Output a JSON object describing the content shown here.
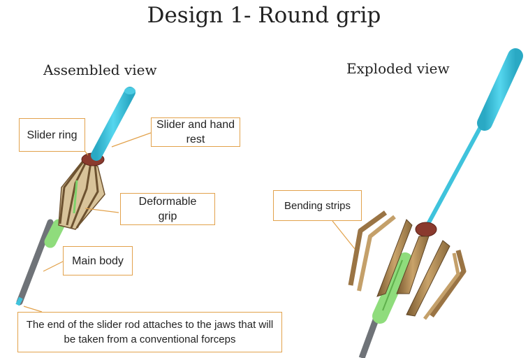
{
  "title": "Design 1- Round grip",
  "views": {
    "assembled": "Assembled view",
    "exploded": "Exploded view"
  },
  "callouts": {
    "slider_ring": "Slider ring",
    "slider_hand_rest": "Slider and hand rest",
    "deformable_grip": "Deformable grip",
    "main_body": "Main body",
    "end_note": "The end of the slider rod attaches to the jaws that will be  taken from a conventional forceps",
    "bending_strips": "Bending strips"
  },
  "colors": {
    "rod_cyan": "#3fc3dc",
    "ring_red": "#8a3a2e",
    "strip_tan": "#b08a52",
    "body_green": "#8fdc7c",
    "body_gray": "#6f7378",
    "callout_border": "#e2a24c"
  }
}
